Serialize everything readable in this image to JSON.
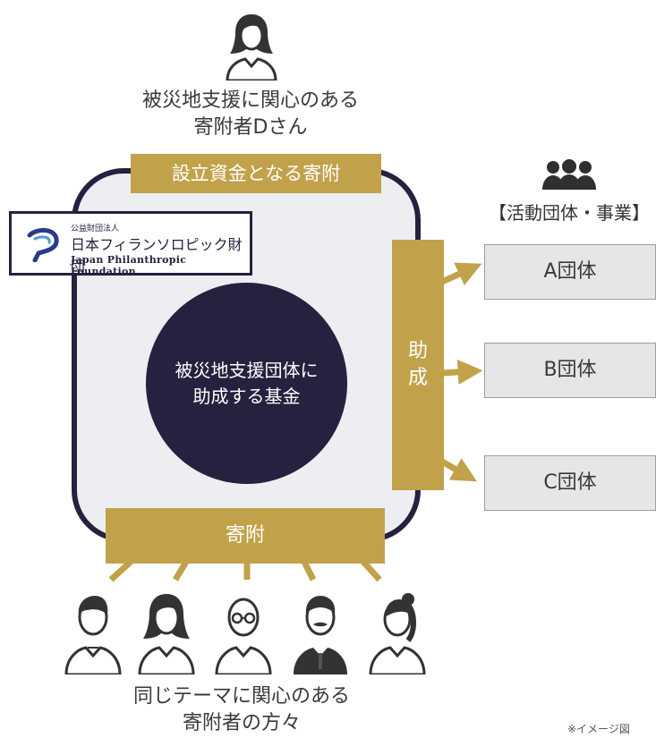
{
  "top_donor": {
    "caption_line1": "被災地支援に関心のある",
    "caption_line2": "寄附者Dさん",
    "icon": "woman-avatar-icon"
  },
  "foundation_logo": {
    "small_text": "公益財団法人",
    "name_jp": "日本フィランソロピック財団",
    "name_en": "Japan Philanthropic Foundation"
  },
  "founding_donation_label": "設立資金となる寄附",
  "fund": {
    "line1": "被災地支援団体に",
    "line2": "助成する基金"
  },
  "grant_label": "助成",
  "donation_label": "寄附",
  "groups": {
    "heading": "【活動団体・事業】",
    "icon": "people-group-icon",
    "items": [
      "A団体",
      "B団体",
      "C団体"
    ]
  },
  "bottom_donors": {
    "caption_line1": "同じテーマに関心のある",
    "caption_line2": "寄附者の方々",
    "icons": [
      "man-avatar-icon",
      "woman-avatar-icon",
      "elderly-man-glasses-icon",
      "mustache-man-avatar-icon",
      "ponytail-woman-avatar-icon"
    ]
  },
  "note": "※イメージ図",
  "colors": {
    "gold": "#c1a24a",
    "navy": "#25213f",
    "panel": "#eceef1",
    "box": "#e6e6e6"
  }
}
